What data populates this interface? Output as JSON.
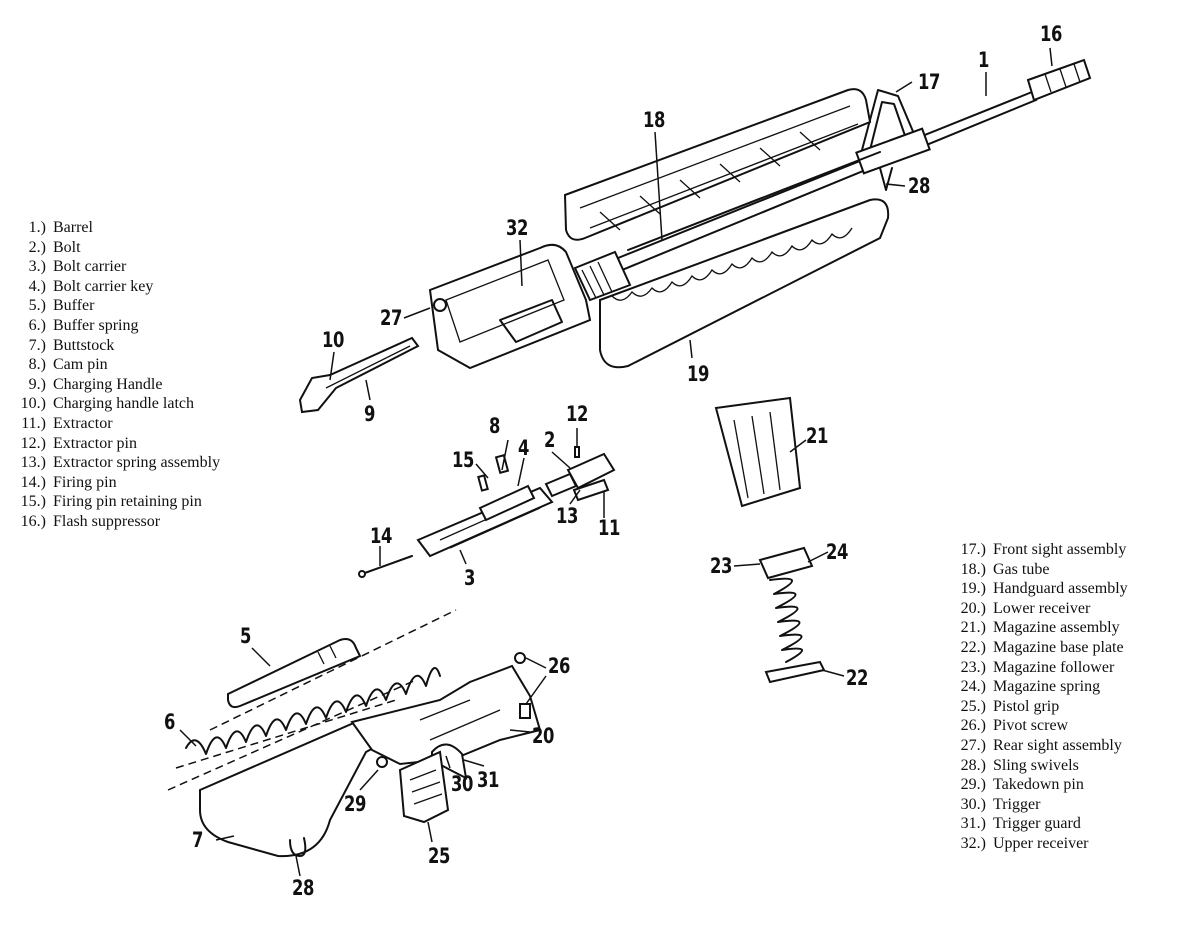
{
  "legend_left": [
    {
      "num": "1.)",
      "name": "Barrel"
    },
    {
      "num": "2.)",
      "name": "Bolt"
    },
    {
      "num": "3.)",
      "name": "Bolt carrier"
    },
    {
      "num": "4.)",
      "name": "Bolt carrier key"
    },
    {
      "num": "5.)",
      "name": "Buffer"
    },
    {
      "num": "6.)",
      "name": "Buffer spring"
    },
    {
      "num": "7.)",
      "name": "Buttstock"
    },
    {
      "num": "8.)",
      "name": "Cam pin"
    },
    {
      "num": "9.)",
      "name": "Charging Handle"
    },
    {
      "num": "10.)",
      "name": "Charging handle latch"
    },
    {
      "num": "11.)",
      "name": "Extractor"
    },
    {
      "num": "12.)",
      "name": "Extractor pin"
    },
    {
      "num": "13.)",
      "name": "Extractor spring assembly"
    },
    {
      "num": "14.)",
      "name": "Firing pin"
    },
    {
      "num": "15.)",
      "name": "Firing pin retaining pin"
    },
    {
      "num": "16.)",
      "name": "Flash suppressor"
    }
  ],
  "legend_right": [
    {
      "num": "17.)",
      "name": "Front sight assembly"
    },
    {
      "num": "18.)",
      "name": "Gas tube"
    },
    {
      "num": "19.)",
      "name": "Handguard assembly"
    },
    {
      "num": "20.)",
      "name": "Lower receiver"
    },
    {
      "num": "21.)",
      "name": "Magazine assembly"
    },
    {
      "num": "22.)",
      "name": "Magazine base plate"
    },
    {
      "num": "23.)",
      "name": "Magazine follower"
    },
    {
      "num": "24.)",
      "name": "Magazine spring"
    },
    {
      "num": "25.)",
      "name": "Pistol grip"
    },
    {
      "num": "26.)",
      "name": "Pivot screw"
    },
    {
      "num": "27.)",
      "name": "Rear sight assembly"
    },
    {
      "num": "28.)",
      "name": "Sling swivels"
    },
    {
      "num": "29.)",
      "name": "Takedown pin"
    },
    {
      "num": "30.)",
      "name": "Trigger"
    },
    {
      "num": "31.)",
      "name": "Trigger guard"
    },
    {
      "num": "32.)",
      "name": "Upper receiver"
    }
  ],
  "callouts": {
    "c1": "1",
    "c2": "2",
    "c3": "3",
    "c4": "4",
    "c5": "5",
    "c6": "6",
    "c7": "7",
    "c8": "8",
    "c9": "9",
    "c10": "10",
    "c11": "11",
    "c12": "12",
    "c13": "13",
    "c14": "14",
    "c15": "15",
    "c16": "16",
    "c17": "17",
    "c18": "18",
    "c19": "19",
    "c20": "20",
    "c21": "21",
    "c22": "22",
    "c23": "23",
    "c24": "24",
    "c25": "25",
    "c26": "26",
    "c27": "27",
    "c28a": "28",
    "c28b": "28",
    "c29": "29",
    "c30": "30",
    "c31": "31",
    "c32": "32"
  }
}
